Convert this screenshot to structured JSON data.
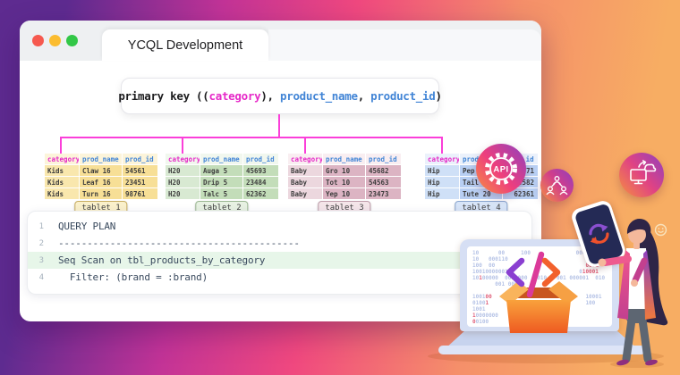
{
  "window": {
    "tab_title": "YCQL Development",
    "traffic_lights": {
      "close": "#f6594f",
      "minimize": "#fbbc30",
      "zoom": "#32c747"
    }
  },
  "colors": {
    "connector": "#fb3fd9",
    "category_magenta": "#e629c8",
    "column_blue": "#4285d6",
    "code_black": "#1c1c1e",
    "highlight_green": "#e7f6e9",
    "bg_purple": "#5e2b90",
    "bg_magenta": "#c23397",
    "bg_pink": "#f0487f",
    "bg_coral": "#f58f6a",
    "bg_orange": "#f7ad63"
  },
  "primary_key": {
    "tokens": [
      {
        "text": "primary key ((",
        "color": "#1c1c1e"
      },
      {
        "text": "category",
        "color": "#e629c8"
      },
      {
        "text": "), ",
        "color": "#1c1c1e"
      },
      {
        "text": "product_name",
        "color": "#4285d6"
      },
      {
        "text": ", ",
        "color": "#1c1c1e"
      },
      {
        "text": "product_id",
        "color": "#4285d6"
      },
      {
        "text": ")",
        "color": "#1c1c1e"
      }
    ]
  },
  "table_headers": [
    "category",
    "prod_name",
    "prod_id"
  ],
  "tablets": [
    {
      "label": "tablet_1",
      "rows": [
        [
          "Kids",
          "Claw 16",
          "54561"
        ],
        [
          "Kids",
          "Leaf 16",
          "23451"
        ],
        [
          "Kids",
          "Turn 16",
          "98761"
        ]
      ],
      "theme": {
        "header_bg": "#fcf4da",
        "key_bg": "#f9e7ad",
        "cell_bg": "#f7df96",
        "pill_bg": "#faf0cb",
        "pill_border": "#c9ae62",
        "id_right": false
      }
    },
    {
      "label": "tablet_2",
      "rows": [
        [
          "H20",
          "Auga 5",
          "45693"
        ],
        [
          "H20",
          "Drip 5",
          "23484"
        ],
        [
          "H20",
          "Talc 5",
          "62362"
        ]
      ],
      "theme": {
        "header_bg": "#f1f7ee",
        "key_bg": "#d8e9d2",
        "cell_bg": "#c3ddb9",
        "pill_bg": "#e7f1e2",
        "pill_border": "#9cb893",
        "id_right": false
      }
    },
    {
      "label": "tablet_3",
      "rows": [
        [
          "Baby",
          "Gro 10",
          "45682"
        ],
        [
          "Baby",
          "Tot 10",
          "54563"
        ],
        [
          "Baby",
          "Yep 10",
          "23473"
        ]
      ],
      "theme": {
        "header_bg": "#f9eef1",
        "key_bg": "#ecd7de",
        "cell_bg": "#dcb4c3",
        "pill_bg": "#f4e5e9",
        "pill_border": "#bf9dab",
        "id_right": false
      }
    },
    {
      "label": "tablet_4",
      "rows": [
        [
          "Hip",
          "Pep 20",
          "45671"
        ],
        [
          "Hip",
          "Tail 20",
          "34582"
        ],
        [
          "Hip",
          "Tute 20",
          "62361"
        ]
      ],
      "theme": {
        "header_bg": "#ebf1fb",
        "key_bg": "#cfe0f7",
        "cell_bg": "#b8cff3",
        "pill_bg": "#d8e5f8",
        "pill_border": "#8ba7d0",
        "id_right": true
      }
    }
  ],
  "query_plan": {
    "lines": [
      {
        "num": "1",
        "text": "QUERY PLAN",
        "highlight": false
      },
      {
        "num": "2",
        "text": "------------------------------------------",
        "highlight": false
      },
      {
        "num": "3",
        "text": "Seq Scan on tbl_products_by_category",
        "highlight": true
      },
      {
        "num": "4",
        "text": "  Filter: (brand = :brand)",
        "highlight": false
      }
    ]
  },
  "badges": {
    "api_label": "API"
  },
  "laptop_code": {
    "lines": [
      [
        {
          "t": "10      00     100              000 010 0"
        }
      ],
      [
        {
          "t": "10   000110                        010  "
        },
        {
          "t": "01",
          "r": 1
        }
      ],
      [
        {
          "t": "100  00                            "
        },
        {
          "t": "0001",
          "r": 1
        }
      ],
      [
        {
          "t": "1001000000110                    0"
        },
        {
          "t": "10001",
          "r": 1
        }
      ],
      [
        {
          "t": "10"
        },
        {
          "t": "1",
          "r": 1
        },
        {
          "t": "00000  001 000   010   001 000001  010"
        }
      ],
      [
        {
          "t": "       001 000"
        }
      ],
      [
        {
          "t": " "
        }
      ],
      [
        {
          "t": "1001"
        },
        {
          "t": "00",
          "r": 1
        },
        {
          "t": "                             10001"
        }
      ],
      [
        {
          "t": "0100"
        },
        {
          "t": "1",
          "r": 1
        },
        {
          "t": "                              100"
        }
      ],
      [
        {
          "t": "1001"
        }
      ],
      [
        {
          "t": "1",
          "r": 1
        },
        {
          "t": "0000000"
        }
      ],
      [
        {
          "t": "0",
          "r": 1
        },
        {
          "t": "0100"
        }
      ]
    ]
  }
}
